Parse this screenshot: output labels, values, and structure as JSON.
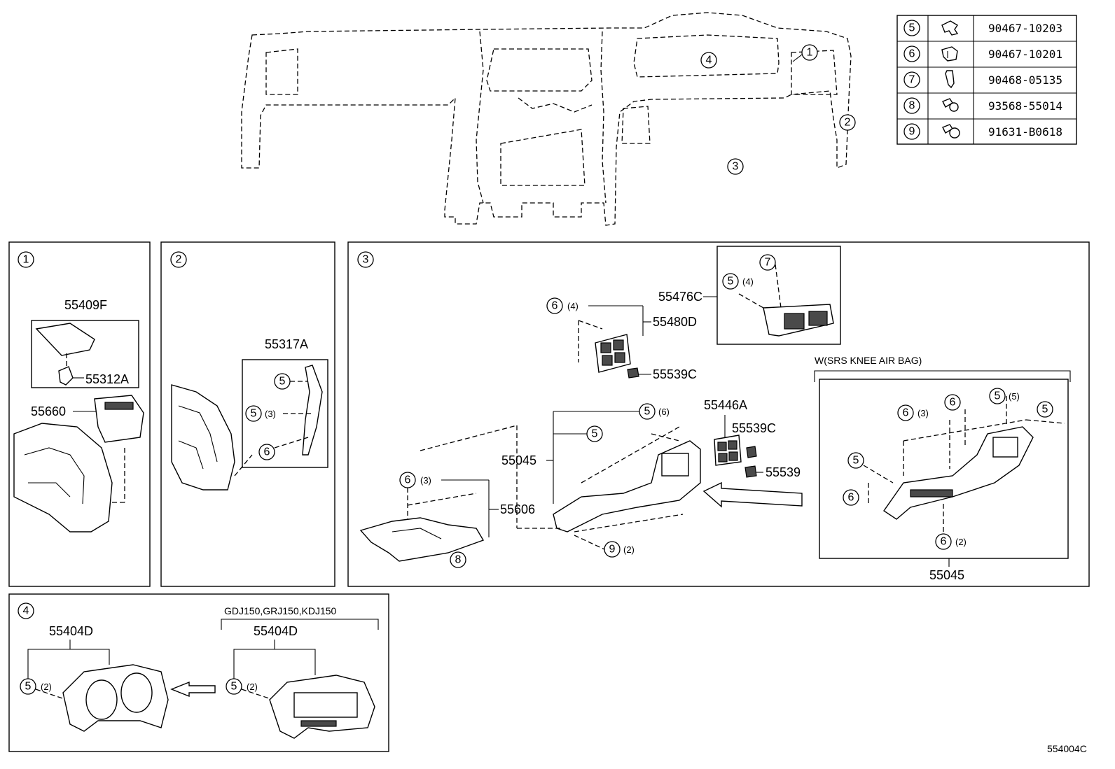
{
  "diagram_code": "554004C",
  "parts_table": [
    {
      "ref": "5",
      "part_no": "90467-10203",
      "icon": "clip-icon"
    },
    {
      "ref": "6",
      "part_no": "90467-10201",
      "icon": "clip-icon"
    },
    {
      "ref": "7",
      "part_no": "90468-05135",
      "icon": "clip-icon"
    },
    {
      "ref": "8",
      "part_no": "93568-55014",
      "icon": "screw-icon"
    },
    {
      "ref": "9",
      "part_no": "91631-B0618",
      "icon": "bolt-icon"
    }
  ],
  "overview": {
    "callouts": [
      "1",
      "2",
      "3",
      "4"
    ]
  },
  "panel1": {
    "index": "1",
    "parts": [
      "55409F",
      "55312A",
      "55660"
    ]
  },
  "panel2": {
    "index": "2",
    "part": "55317A",
    "refs": {
      "a": "5",
      "b": "5",
      "b_qty": "(3)",
      "c": "6"
    }
  },
  "panel3": {
    "index": "3",
    "parts": {
      "p55476C": "55476C",
      "p55480D": "55480D",
      "p55539C_top": "55539C",
      "p55446A": "55446A",
      "p55539C_mid": "55539C",
      "p55539": "55539",
      "p55045": "55045",
      "p55606": "55606",
      "p55045_srs": "55045"
    },
    "variant_label": "W(SRS KNEE AIR BAG)",
    "refs": {
      "r7": "7",
      "r5_q4": "5",
      "q4a": "(4)",
      "r6_q4": "6",
      "q4b": "(4)",
      "r5_q6": "5",
      "q6": "(6)",
      "r5_single": "5",
      "r6_q3": "6",
      "q3a": "(3)",
      "r8": "8",
      "r9_q2": "9",
      "q2a": "(2)",
      "s6_q3": "6",
      "q3b": "(3)",
      "s6": "6",
      "s5_q5": "5",
      "q5": "(5)",
      "s5_right": "5",
      "s5_left": "5",
      "s6_left": "6",
      "s6_q2": "6",
      "q2b": "(2)"
    }
  },
  "panel4": {
    "index": "4",
    "part_left": "55404D",
    "variant_label": "GDJ150,GRJ150,KDJ150",
    "part_right": "55404D",
    "refs": {
      "l5": "5",
      "lq": "(2)",
      "r5": "5",
      "rq": "(2)"
    }
  }
}
